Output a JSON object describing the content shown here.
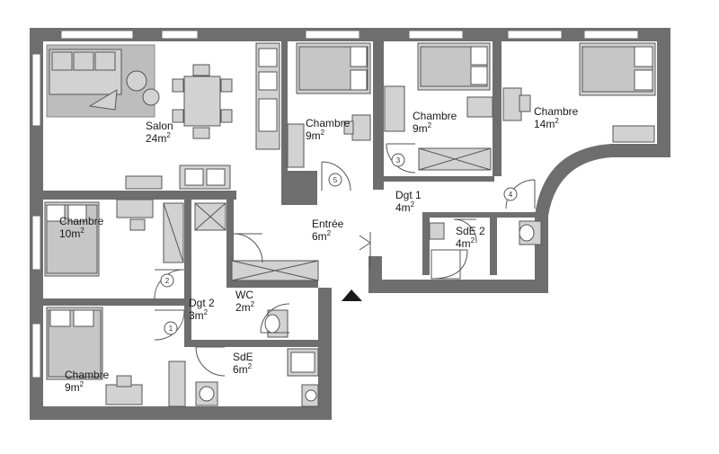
{
  "rooms": {
    "salon": {
      "name": "Salon",
      "area": "24m",
      "exp": "2"
    },
    "chambre_a": {
      "name": "Chambre",
      "area": "9m",
      "exp": "2"
    },
    "chambre_b": {
      "name": "Chambre",
      "area": "9m",
      "exp": "2"
    },
    "chambre_c": {
      "name": "Chambre",
      "area": "14m",
      "exp": "2"
    },
    "chambre_d": {
      "name": "Chambre",
      "area": "10m",
      "exp": "2"
    },
    "chambre_e": {
      "name": "Chambre",
      "area": "9m",
      "exp": "2"
    },
    "dgt1": {
      "name": "Dgt 1",
      "area": "4m",
      "exp": "2"
    },
    "dgt2": {
      "name": "Dgt 2",
      "area": "3m",
      "exp": "2"
    },
    "entree": {
      "name": "Entrée",
      "area": "6m",
      "exp": "2"
    },
    "sde2": {
      "name": "SdE 2",
      "area": "4m",
      "exp": "2"
    },
    "wc": {
      "name": "WC",
      "area": "2m",
      "exp": "2"
    },
    "sde": {
      "name": "SdE",
      "area": "6m",
      "exp": "2"
    }
  },
  "door_numbers": [
    "1",
    "2",
    "3",
    "4",
    "5"
  ],
  "colors": {
    "wall": "#6e6e6e",
    "furniture": "#d2d2d2",
    "rug": "#bdbdbd",
    "line": "#555555"
  }
}
